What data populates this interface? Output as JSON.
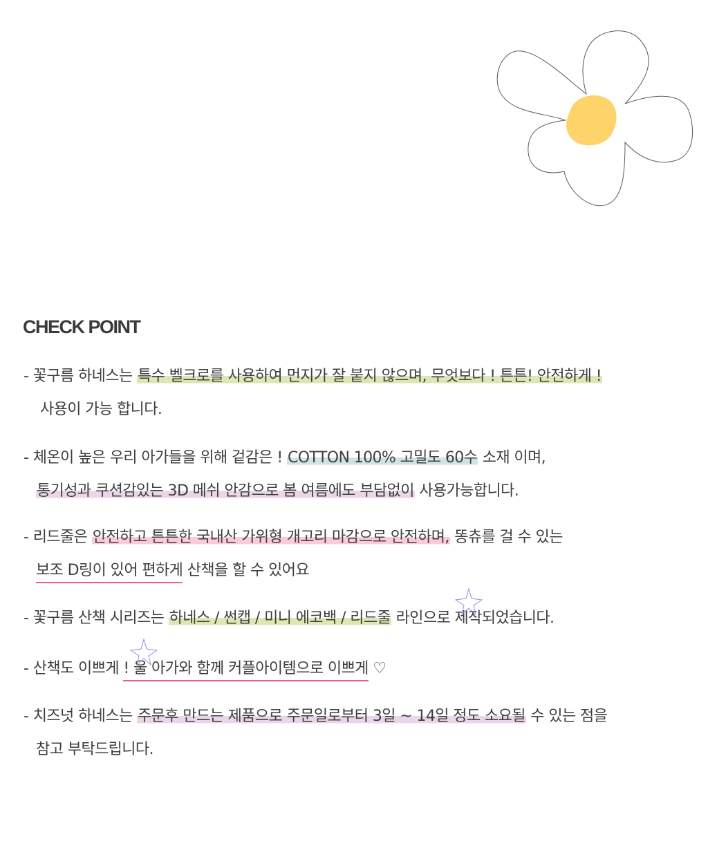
{
  "heading": "CHECK POINT",
  "items": [
    {
      "lines": [
        [
          {
            "t": "- 꽃구름 하네스는  "
          },
          {
            "t": "특수 벨크로를 사용하여 먼지가 잘 붙지 않으며, 무엇보다 ! 튼튼! 안전하게 !",
            "hl": "green"
          }
        ],
        [
          {
            "t": "사용이 가능 합니다."
          }
        ]
      ]
    },
    {
      "lines": [
        [
          {
            "t": "- 체온이 높은 우리 아가들을 위해 겉감은 ! "
          },
          {
            "t": " COTTON 100%  고밀도 60수",
            "hl": "blue"
          },
          {
            "t": " 소재 이며,"
          }
        ],
        [
          {
            "t": "통기성과 쿠션감있는 3D 메쉬 안감으로  봄 여름에도 부담없이",
            "hl": "purple"
          },
          {
            "t": "  사용가능합니다."
          }
        ]
      ]
    },
    {
      "lines": [
        [
          {
            "t": "- 리드줄은 "
          },
          {
            "t": "안전하고 튼튼한 국내산 가위형 개고리 마감으로 안전하며,",
            "hl": "pink"
          },
          {
            "t": " 똥츄를 걸 수 있는"
          }
        ],
        [
          {
            "t": "보조 D링이 있어 편하게",
            "ul": "pink"
          },
          {
            "t": " 산책을 할 수 있어요"
          }
        ]
      ]
    },
    {
      "lines": [
        [
          {
            "t": "- 꽃구름 산책 시리즈는 "
          },
          {
            "t": "하네스 / 썬캡 / 미니 에코백 / 리드줄",
            "hl": "green"
          },
          {
            "t": " 라인으로 제작되었습니다."
          }
        ]
      ]
    },
    {
      "lines": [
        [
          {
            "t": "- 산책도 이쁘게 "
          },
          {
            "t": "! 울 아가와 함께 커플아이템으로 이쁘게",
            "ul": "pink"
          },
          {
            "t": " ♡"
          }
        ]
      ]
    },
    {
      "lines": [
        [
          {
            "t": "- 치즈넛 하네스는 "
          },
          {
            "t": "주문후 만드는 제품으로 주문일로부터  3일 ~ 14일 정도 소요될",
            "hl": "purple"
          },
          {
            "t": " 수 있는 점을"
          }
        ],
        [
          {
            "t": "참고 부탁드립니다."
          }
        ]
      ]
    }
  ],
  "icons": {
    "flower": "daisy-flower-icon",
    "star": "sparkle-star-icon"
  },
  "colors": {
    "flower_center": "#fdd36a",
    "star": "#8e92dc",
    "highlight_green": "#dbe7b4",
    "highlight_blue": "#cfe3e6",
    "highlight_purple": "#ead6e8",
    "highlight_pink": "#f7cbd8",
    "underline_pink": "#ea5f86"
  }
}
